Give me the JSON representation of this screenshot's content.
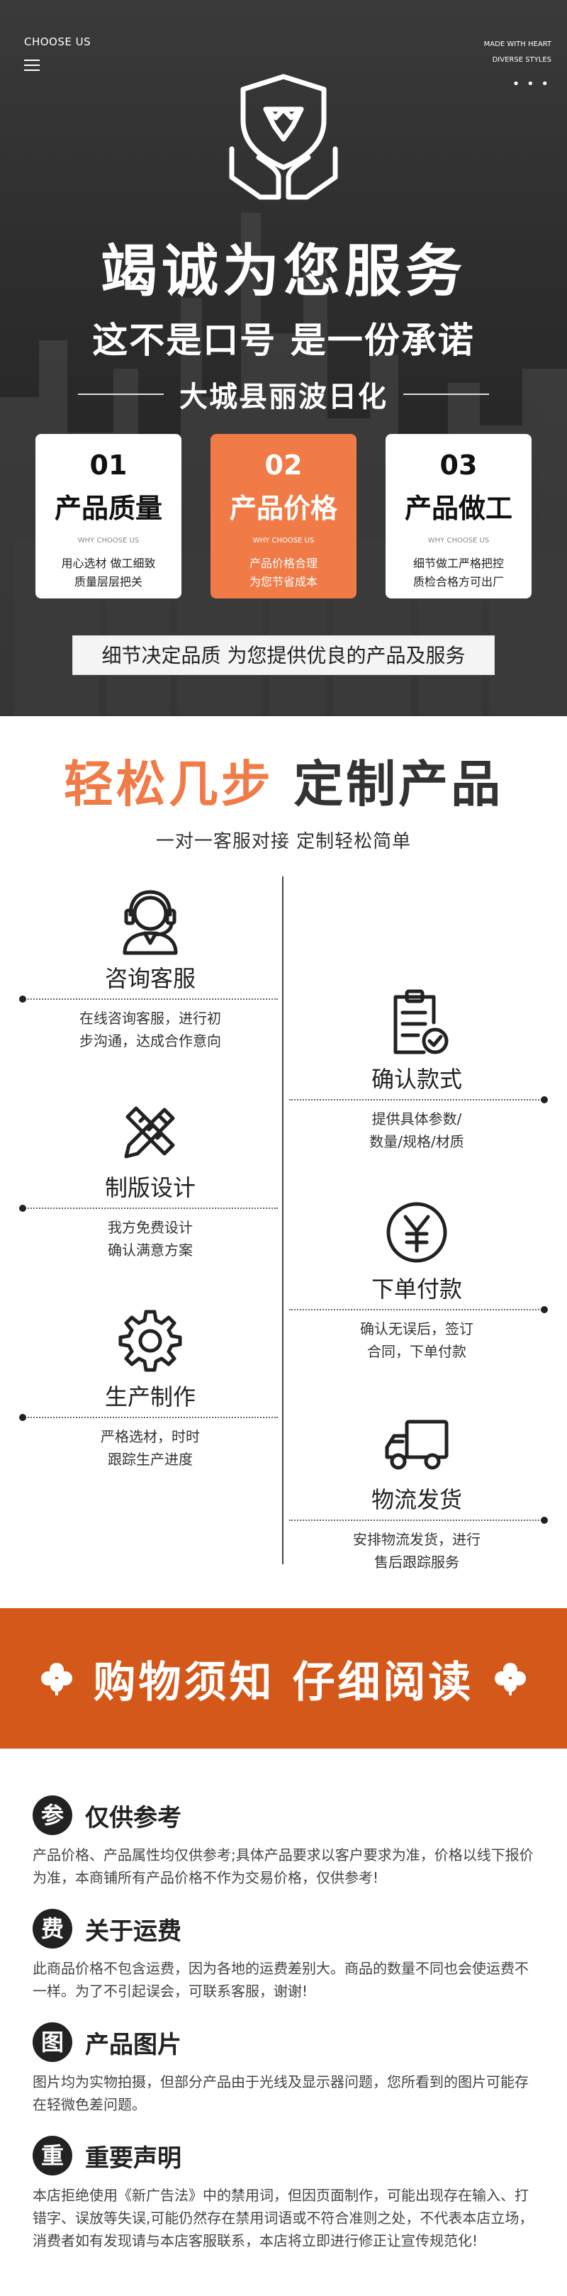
{
  "hero": {
    "top_left": "CHOOSE US",
    "top_right_line1": "MADE WITH HEART",
    "top_right_line2": "DIVERSE STYLES",
    "dots": "• • •",
    "title": "竭诚为您服务",
    "subtitle": "这不是口号 是一份承诺",
    "brand": "大城县丽波日化",
    "cards": [
      {
        "num": "01",
        "title": "产品质量",
        "en": "WHY CHOOSE US",
        "desc1": "用心选材 做工细致",
        "desc2": "质量层层把关"
      },
      {
        "num": "02",
        "title": "产品价格",
        "en": "WHY CHOOSE US",
        "desc1": "产品价格合理",
        "desc2": "为您节省成本"
      },
      {
        "num": "03",
        "title": "产品做工",
        "en": "WHY CHOOSE US",
        "desc1": "细节做工严格把控",
        "desc2": "质检合格方可出厂"
      }
    ],
    "banner": "细节决定品质  为您提供优良的产品及服务"
  },
  "steps": {
    "heading_orange": "轻松几步",
    "heading_dark": "定制产品",
    "subtitle": "一对一客服对接 定制轻松简单",
    "items": [
      {
        "icon": "customer-service-icon",
        "title": "咨询客服",
        "desc1": "在线咨询客服，进行初",
        "desc2": "步沟通，达成合作意向"
      },
      {
        "icon": "clipboard-check-icon",
        "title": "确认款式",
        "desc1": "提供具体参数/",
        "desc2": "数量/规格/材质"
      },
      {
        "icon": "pencil-ruler-icon",
        "title": "制版设计",
        "desc1": "我方免费设计",
        "desc2": "确认满意方案"
      },
      {
        "icon": "yen-icon",
        "title": "下单付款",
        "desc1": "确认无误后，签订",
        "desc2": "合同，下单付款"
      },
      {
        "icon": "gear-icon",
        "title": "生产制作",
        "desc1": "严格选材，时时",
        "desc2": "跟踪生产进度"
      },
      {
        "icon": "truck-icon",
        "title": "物流发货",
        "desc1": "安排物流发货，进行",
        "desc2": "售后跟踪服务"
      }
    ]
  },
  "notice": {
    "banner": "购物须知 仔细阅读",
    "items": [
      {
        "badge": "参",
        "title": "仅供参考",
        "body": "产品价格、产品属性均仅供参考;具体产品要求以客户要求为准，价格以线下报价为准，本商铺所有产品价格不作为交易价格，仅供参考!"
      },
      {
        "badge": "费",
        "title": "关于运费",
        "body": "此商品价格不包含运费，因为各地的运费差别大。商品的数量不同也会使运费不一样。为了不引起误会，可联系客服，谢谢!"
      },
      {
        "badge": "图",
        "title": "产品图片",
        "body": "图片均为实物拍摄，但部分产品由于光线及显示器问题，您所看到的图片可能存在轻微色差问题。"
      },
      {
        "badge": "重",
        "title": "重要声明",
        "body": "本店拒绝使用《新广告法》中的禁用词，但因页面制作，可能出现存在输入、打错字、误放等失误,可能仍然存在禁用词语或不符合准则之处，不代表本店立场，消费者如有发现请与本店客服联系，本店将立即进行修正让宣传规范化!"
      }
    ]
  },
  "colors": {
    "accent": "#f07b47",
    "notice_banner": "#d4581a",
    "dark": "#222222"
  }
}
